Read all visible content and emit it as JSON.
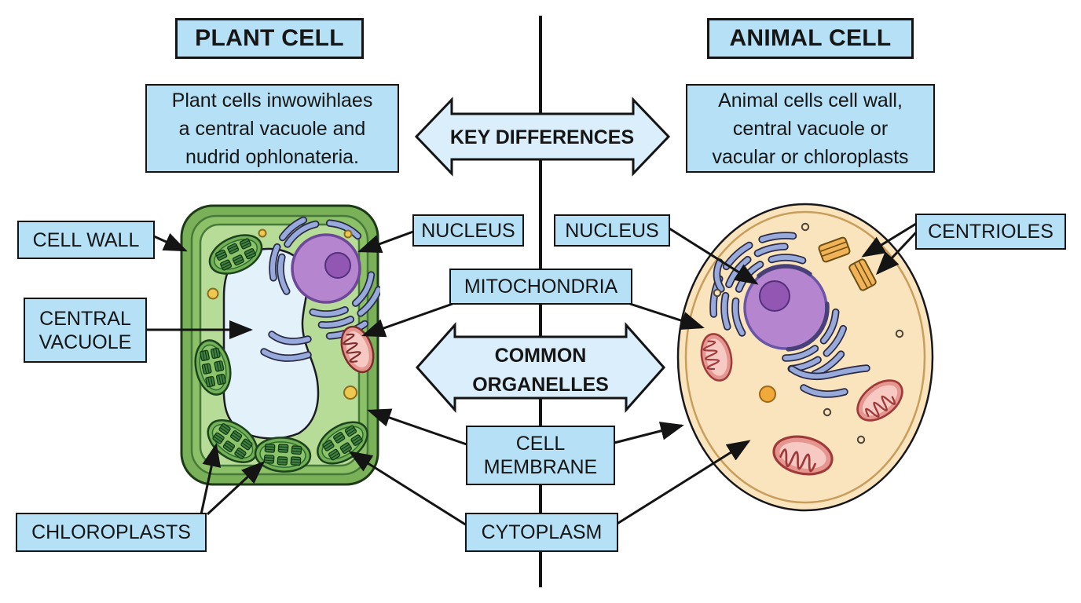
{
  "palette": {
    "box_fill": "#b5e0f5",
    "big_arrow_fill": "#daeefb",
    "outline": "#141414",
    "plant_green": "#79b058",
    "animal_tan": "#f9e4bd",
    "nucleus_purple": "#b586cf",
    "er_blue": "#97aadb",
    "mitochondria_pink": "#e5978f"
  },
  "plant": {
    "title": "PLANT CELL",
    "description_lines": [
      "Plant cells inwowihlaes",
      "a central vacuole and",
      "nudrid ophlonateria."
    ],
    "labels": {
      "cell_wall": "CELL WALL",
      "central_vacuole_lines": [
        "CENTRAL",
        "VACUOLE"
      ],
      "chloroplasts": "CHLOROPLASTS",
      "nucleus": "NUCLEUS"
    }
  },
  "animal": {
    "title": "ANIMAL CELL",
    "description_lines": [
      "Animal cells cell wall,",
      "central vacuole or",
      "vacular or chloroplasts"
    ],
    "labels": {
      "nucleus": "NUCLEUS",
      "centrioles": "CENTRIOLES"
    }
  },
  "center": {
    "key_differences": "KEY DIFFERENCES",
    "common_organelles_lines": [
      "COMMON",
      "ORGANELLES"
    ],
    "labels": {
      "mitochondria": "MITOCHONDRIA",
      "cell_membrane_lines": [
        "CELL",
        "MEMBRANE"
      ],
      "cytoplasm": "CYTOPLASM"
    }
  }
}
